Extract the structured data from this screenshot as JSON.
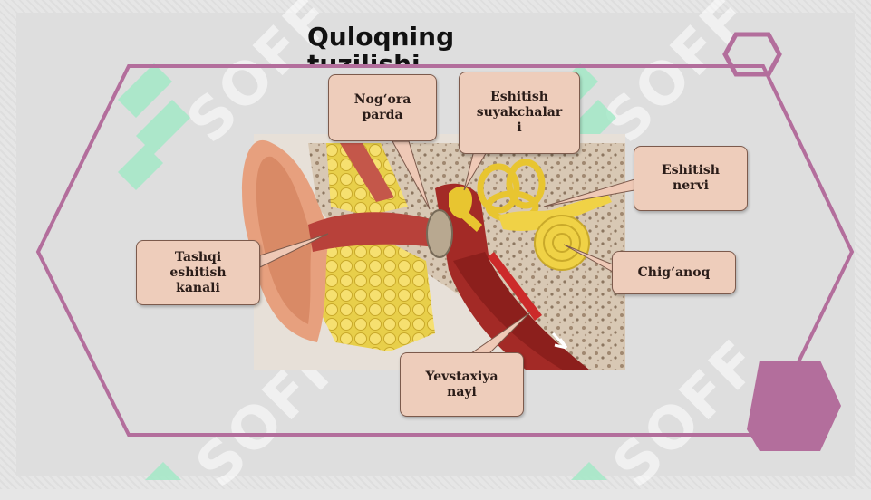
{
  "slide": {
    "title": "Quloqning tuzilishi",
    "title_visible": "Quloqning",
    "title_tail": "tuzilishi"
  },
  "diagram": {
    "labels": {
      "tympanic": "Nog‘ora\nparda",
      "ossicles": "Eshitish\nsuyakchalar\ni",
      "nerve": "Eshitish\nnervi",
      "cochlea": "Chig‘anoq",
      "canal": "Tashqi\neshitish\nkanali",
      "eustachian": "Yevstaxiya\nnayi"
    }
  },
  "watermark": {
    "text": "SOFF"
  },
  "colors": {
    "frame": "#b36e9c",
    "accent_block": "#b36e9c",
    "label_fill": "#eecdbb",
    "label_border": "#7c5a4c",
    "watermark_logo": "#9fe8c4"
  }
}
